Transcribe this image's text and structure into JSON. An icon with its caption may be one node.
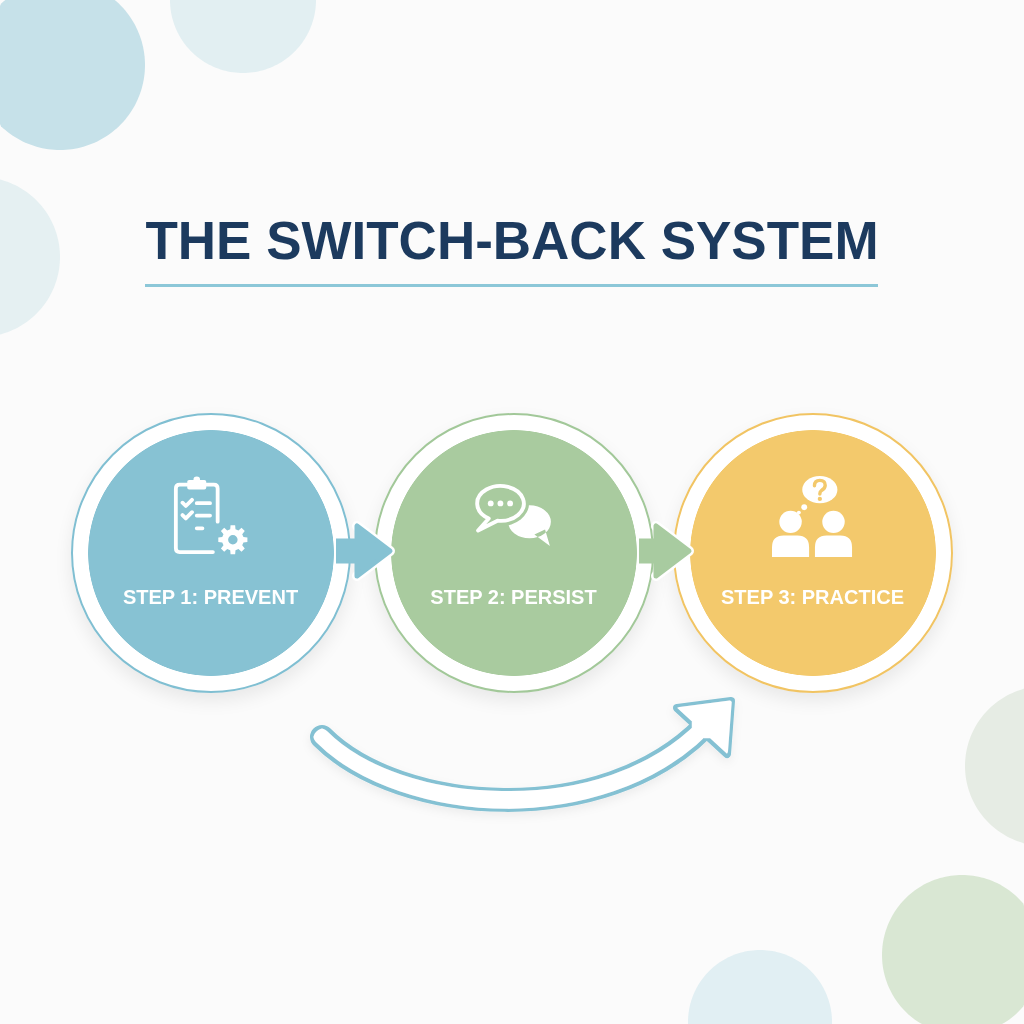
{
  "diagram": {
    "title": "THE SWITCH-BACK SYSTEM",
    "nodes": [
      {
        "text": [
          "STEP 1: PREVENT"
        ]
      },
      {
        "text": [
          "STEP 2: PERSIST"
        ]
      },
      {
        "text": [
          "STEP 3: PRACTICE"
        ]
      }
    ],
    "edges": [
      {
        "from": 0,
        "to": 1,
        "arrow": "to",
        "color": "#86c2d3"
      },
      {
        "from": 1,
        "to": 2,
        "arrow": "to",
        "color": "#a8cba0"
      }
    ]
  }
}
